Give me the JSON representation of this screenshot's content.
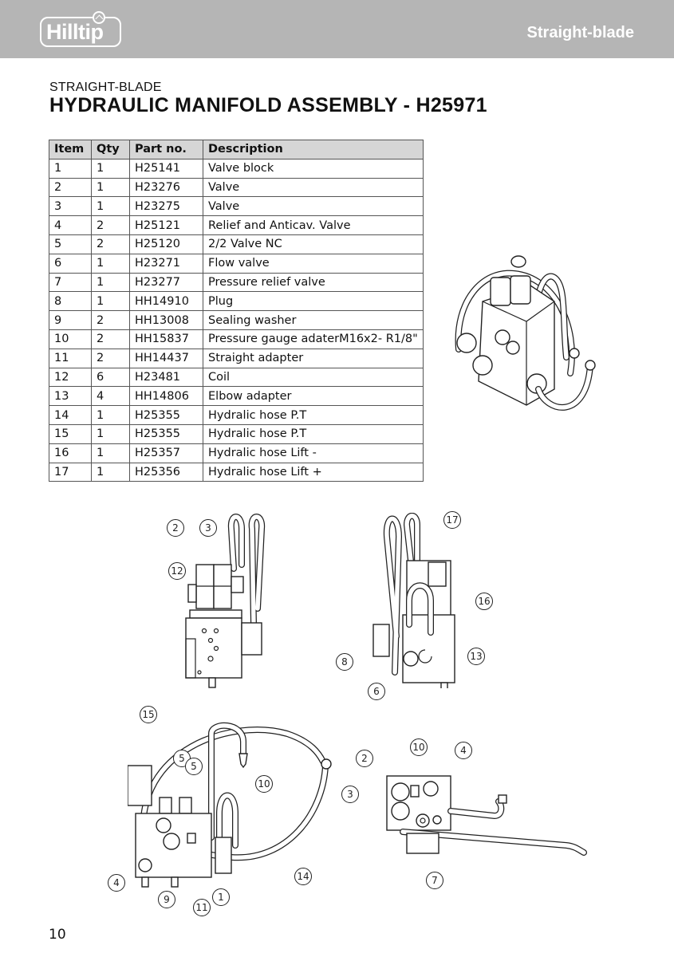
{
  "header": {
    "brand": "Hilltip",
    "section": "Straight-blade"
  },
  "page": {
    "subtitle": "STRAIGHT-BLADE",
    "title": "HYDRAULIC MANIFOLD ASSEMBLY - H25971",
    "page_number": "10"
  },
  "parts_table": {
    "headers": [
      "Item",
      "Qty",
      "Part no.",
      "Description"
    ],
    "rows": [
      [
        "1",
        "1",
        "H25141",
        "Valve block"
      ],
      [
        "2",
        "1",
        "H23276",
        "Valve"
      ],
      [
        "3",
        "1",
        "H23275",
        "Valve"
      ],
      [
        "4",
        "2",
        "H25121",
        "Relief and Anticav. Valve"
      ],
      [
        "5",
        "2",
        "H25120",
        "2/2 Valve NC"
      ],
      [
        "6",
        "1",
        "H23271",
        "Flow valve"
      ],
      [
        "7",
        "1",
        "H23277",
        "Pressure relief valve"
      ],
      [
        "8",
        "1",
        "HH14910",
        "Plug"
      ],
      [
        "9",
        "2",
        "HH13008",
        "Sealing washer"
      ],
      [
        "10",
        "2",
        "HH15837",
        "Pressure gauge adaterM16x2- R1/8\""
      ],
      [
        "11",
        "2",
        "HH14437",
        "Straight adapter"
      ],
      [
        "12",
        "6",
        "H23481",
        "Coil"
      ],
      [
        "13",
        "4",
        "HH14806",
        "Elbow adapter"
      ],
      [
        "14",
        "1",
        "H25355",
        "Hydralic hose P.T"
      ],
      [
        "15",
        "1",
        "H25355",
        "Hydralic hose P.T"
      ],
      [
        "16",
        "1",
        "H25357",
        "Hydralic hose Lift -"
      ],
      [
        "17",
        "1",
        "H25356",
        "Hydralic hose Lift +"
      ]
    ]
  },
  "diagrams": {
    "isometric": {
      "callouts": []
    },
    "front_view": {
      "callouts": [
        "2",
        "3",
        "12"
      ]
    },
    "rear_view": {
      "callouts": [
        "17",
        "16",
        "13",
        "8",
        "6"
      ]
    },
    "side_view": {
      "callouts": [
        "15",
        "5",
        "5",
        "10",
        "14",
        "4",
        "9",
        "11",
        "1"
      ]
    },
    "top_view": {
      "callouts": [
        "2",
        "10",
        "4",
        "3",
        "7"
      ]
    }
  }
}
